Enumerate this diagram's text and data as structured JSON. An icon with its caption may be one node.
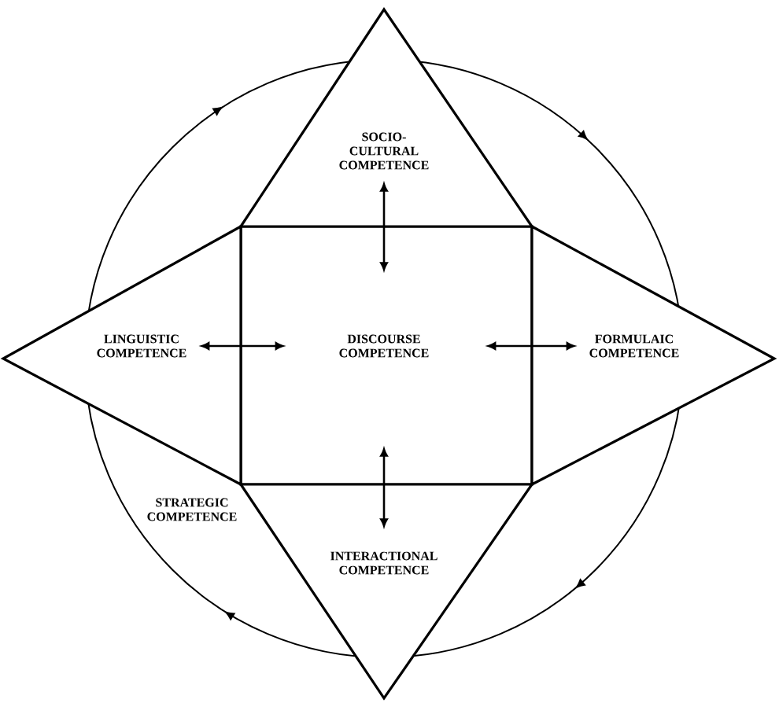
{
  "diagram": {
    "nodes": [
      {
        "text": [
          "DISCOURSE COMPETENCE"
        ]
      },
      {
        "text": [
          "SOCIO-CULTURAL COMPETENCE"
        ]
      },
      {
        "text": [
          "LINGUISTIC COMPETENCE"
        ]
      },
      {
        "text": [
          "FORMULAIC COMPETENCE"
        ]
      },
      {
        "text": [
          "INTERACTIONAL COMPETENCE"
        ]
      },
      {
        "text": [
          "STRATEGIC COMPETENCE"
        ]
      }
    ],
    "edges": [
      {
        "from": 0,
        "to": 1,
        "arrow": "both"
      },
      {
        "from": 0,
        "to": 2,
        "arrow": "both"
      },
      {
        "from": 0,
        "to": 3,
        "arrow": "both"
      },
      {
        "from": 0,
        "to": 4,
        "arrow": "both"
      }
    ]
  }
}
